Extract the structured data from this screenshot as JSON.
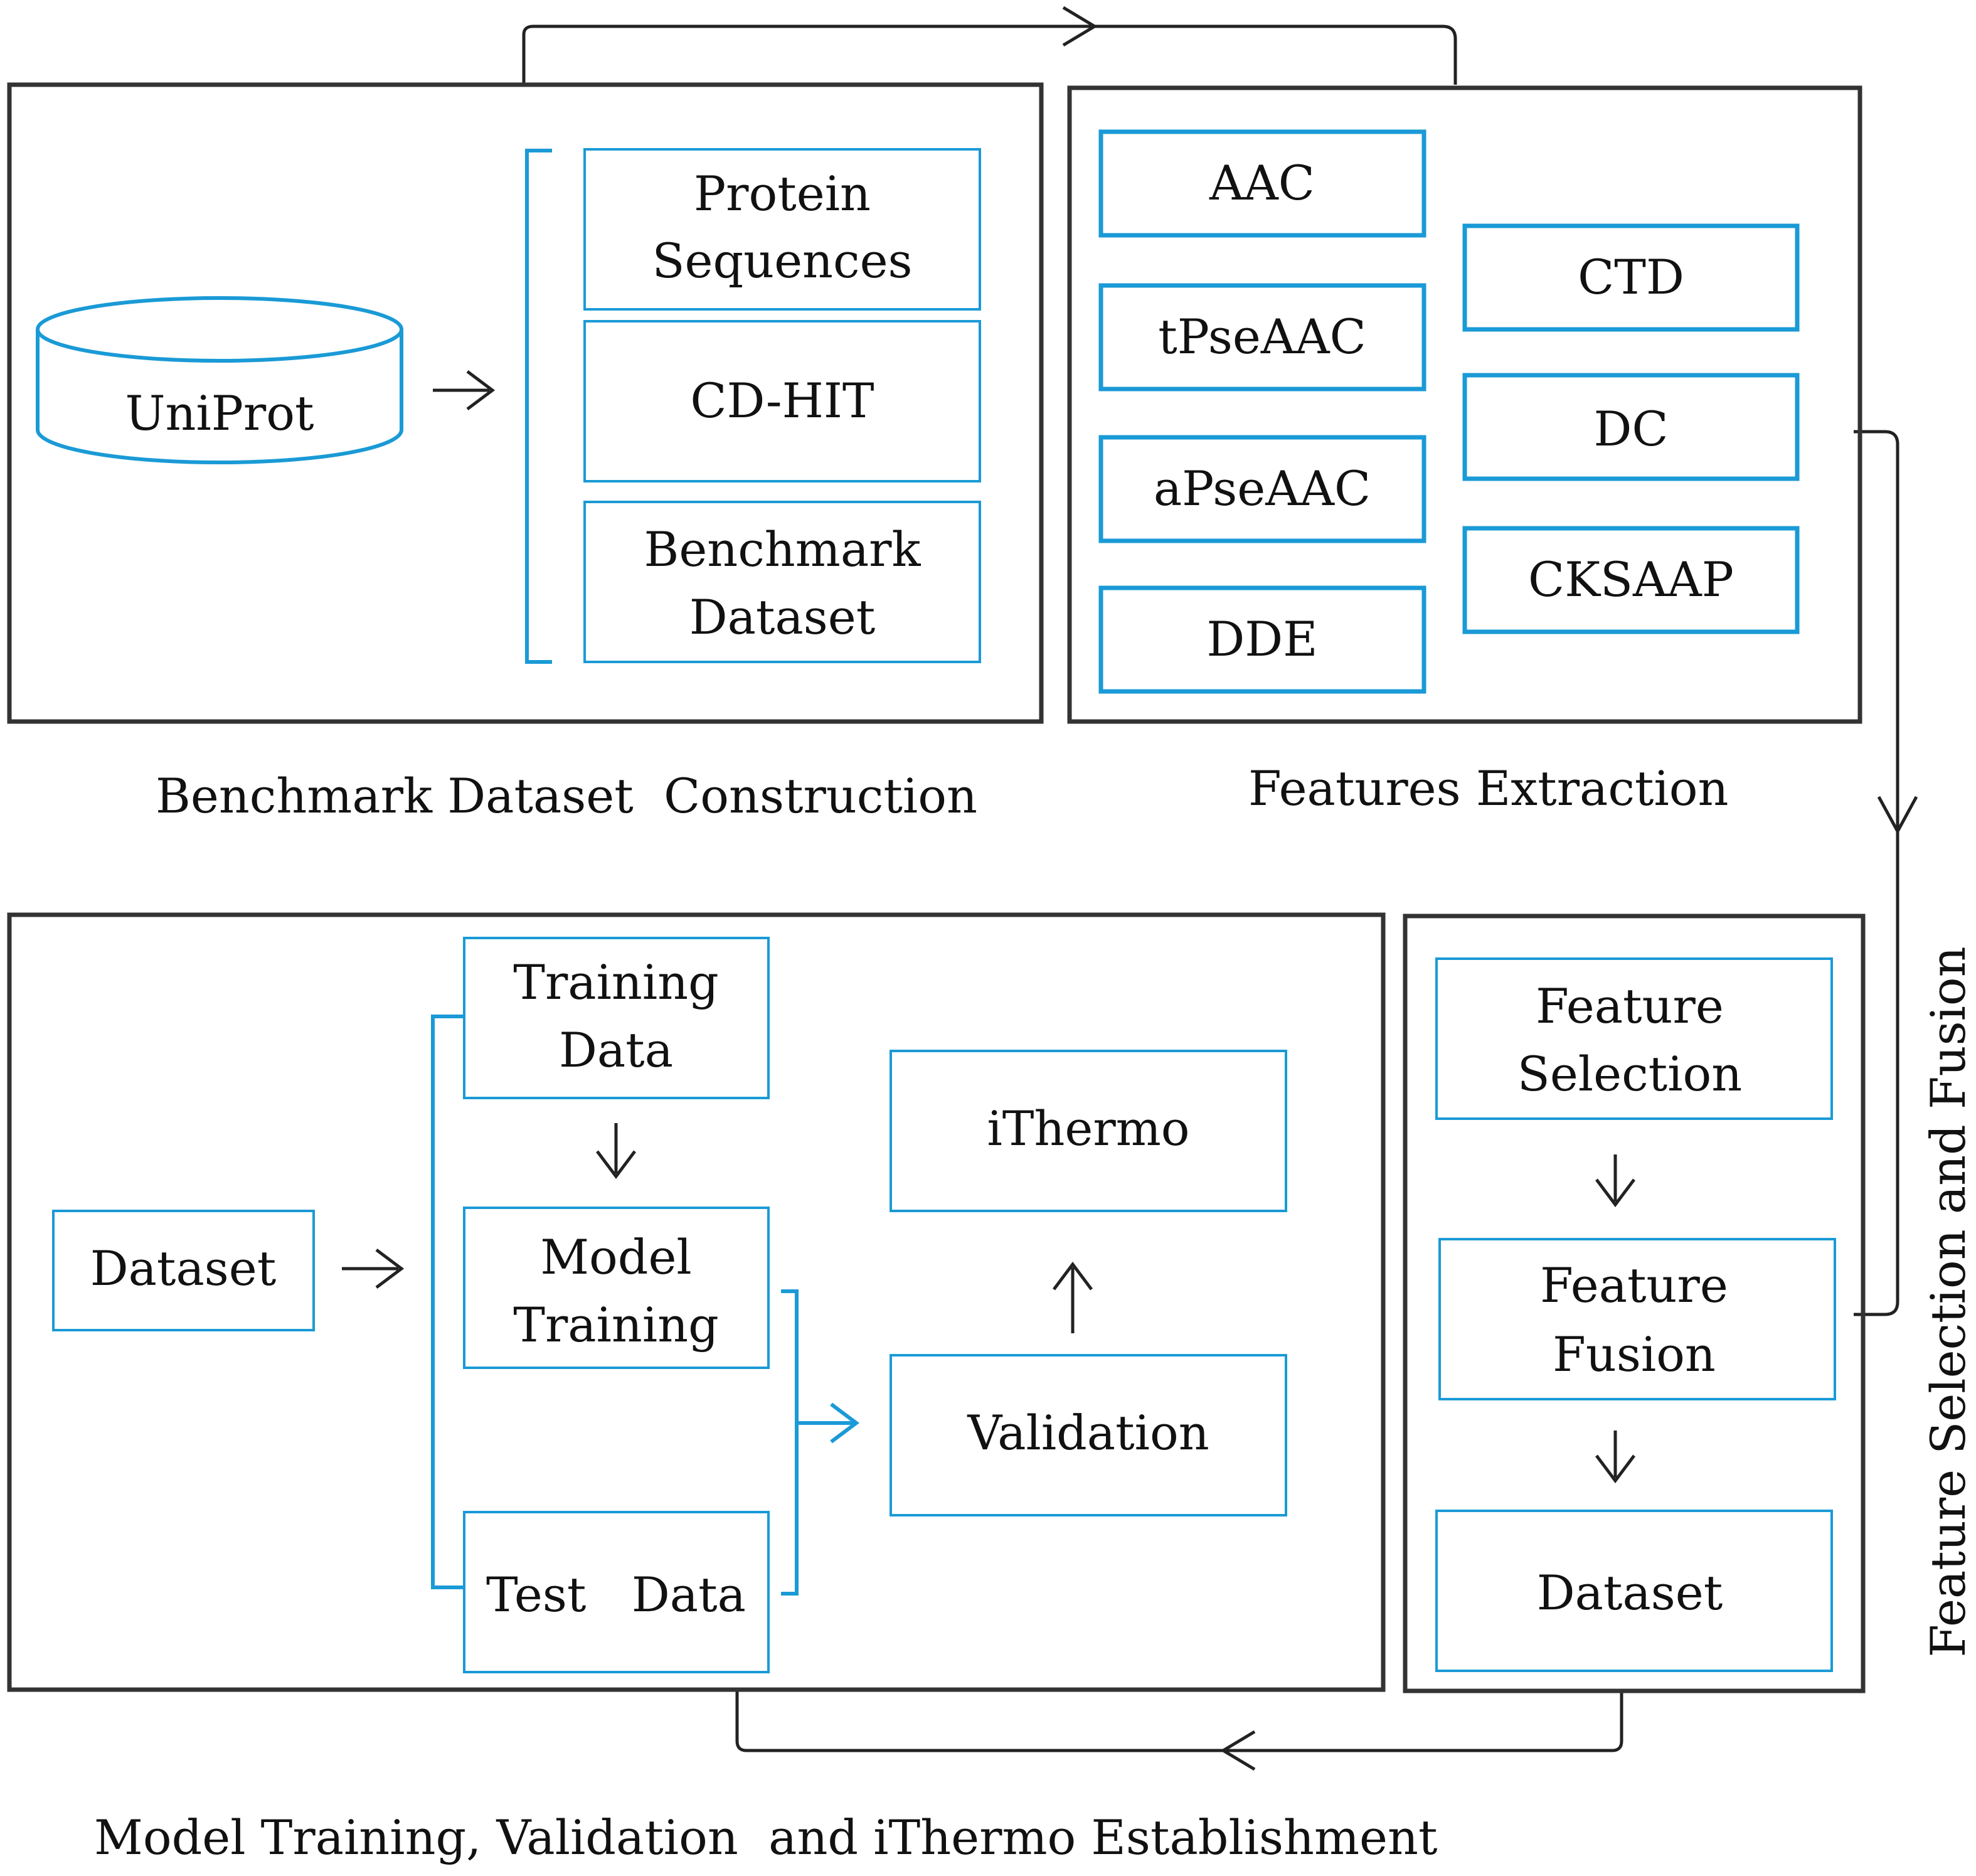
{
  "colors": {
    "panel_border": "#333333",
    "box_border": "#1a9ad6",
    "arrow": "#222222",
    "accent_arrow": "#1a9ad6",
    "text": "#111111"
  },
  "panels": {
    "benchmark": {
      "caption": "Benchmark Dataset  Construction",
      "database": "UniProt",
      "steps": [
        [
          "Protein",
          "Sequences"
        ],
        [
          "CD-HIT"
        ],
        [
          "Benchmark",
          "Dataset"
        ]
      ]
    },
    "features": {
      "caption": "Features Extraction",
      "left_column": [
        "AAC",
        "tPseAAC",
        "aPseAAC",
        "DDE"
      ],
      "right_column": [
        "CTD",
        "DC",
        "CKSAAP"
      ]
    },
    "selection": {
      "caption": "Feature Selection and Fusion",
      "steps": [
        [
          "Feature",
          "Selection"
        ],
        [
          "Feature",
          "Fusion"
        ],
        [
          "Dataset"
        ]
      ]
    },
    "model": {
      "caption": "Model Training, Validation  and iThermo Establishment",
      "input": "Dataset",
      "training_data": [
        "Training",
        "Data"
      ],
      "model_training": [
        "Model",
        "Training"
      ],
      "test_data": "Test   Data",
      "validation": "Validation",
      "result": "iThermo"
    }
  }
}
